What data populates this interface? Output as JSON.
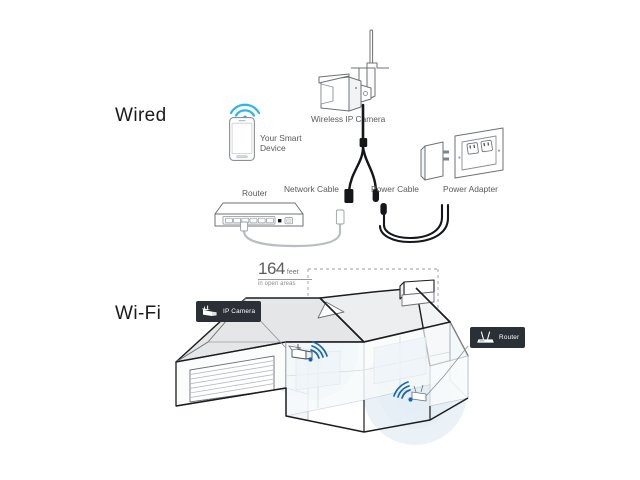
{
  "diagram": {
    "sections": [
      {
        "id": "wired",
        "title": "Wired"
      },
      {
        "id": "wifi",
        "title": "Wi-Fi"
      }
    ]
  },
  "wired": {
    "title": "Wired",
    "labels": {
      "smart_device": "Your Smart\nDevice",
      "smart_device_line1": "Your Smart",
      "smart_device_line2": "Device",
      "camera": "Wireless IP Camera",
      "router": "Router",
      "network_cable": "Network Cable",
      "power_cable": "Power Cable",
      "power_adapter": "Power Adapter"
    },
    "icons": {
      "wifi_signal": "wifi-signal-icon",
      "phone": "smartphone-icon",
      "camera": "bullet-ip-camera-icon",
      "router": "router-switch-icon",
      "adapter": "power-adapter-icon",
      "outlet": "wall-outlet-icon"
    }
  },
  "wifi": {
    "title": "Wi-Fi",
    "distance": {
      "value": "164",
      "unit": "feet",
      "note": "in open areas"
    },
    "callouts": [
      {
        "id": "ip-camera",
        "label": "IP Camera",
        "icon": "bullet-ip-camera-icon"
      },
      {
        "id": "router",
        "label": "Router",
        "icon": "router-antenna-icon"
      }
    ],
    "icons": {
      "signal": "wifi-signal-icon",
      "house": "house-illustration"
    }
  },
  "colors": {
    "accent_cyan": "#29b6e8",
    "accent_blue": "#1565b8",
    "signal_halo": "#d9e8f2",
    "badge_bg": "#2b2f36",
    "line_dark": "#1d1d1f",
    "label_grey": "#5a5a5f",
    "roof_fill": "#e3e5e6",
    "wall_fill": "#f4f7f8"
  }
}
